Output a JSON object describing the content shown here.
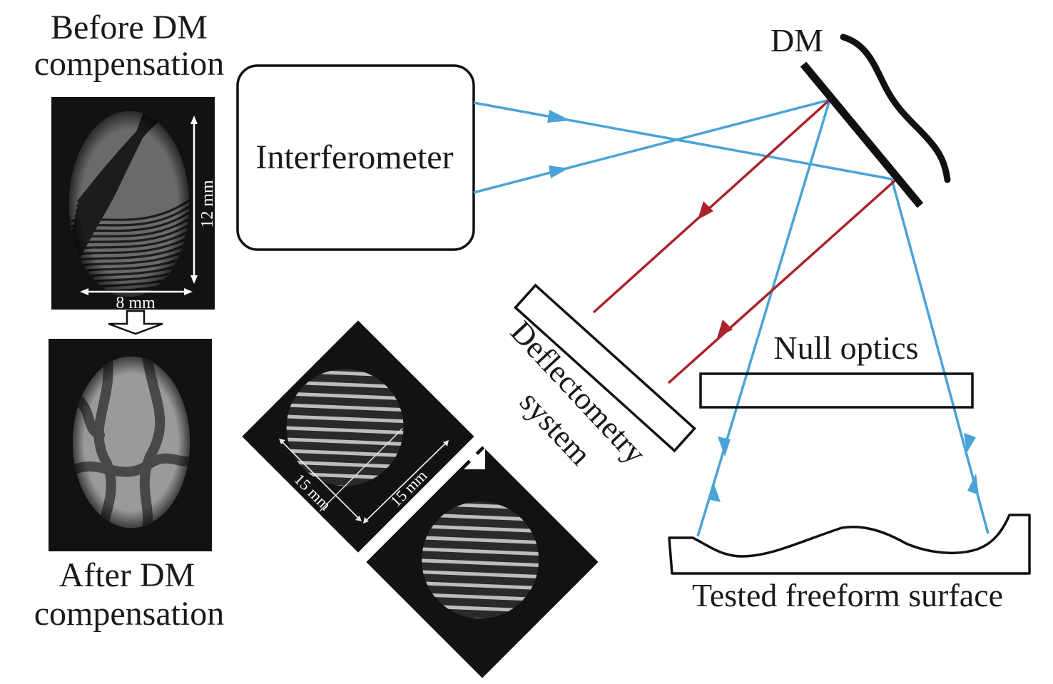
{
  "title": "Optical setup: interferometer with deformable mirror (DM) compensation and deflectometry system testing a freeform surface",
  "labels": {
    "before_line1": "Before DM",
    "before_line2": "compensation",
    "after_line1": "After DM",
    "after_line2": "compensation",
    "interferometer": "Interferometer",
    "dm": "DM",
    "deflectometry_line1": "Deflectometry",
    "deflectometry_line2": "system",
    "null_optics": "Null optics",
    "tested_surface": "Tested freeform surface"
  },
  "dimensions": {
    "before_height": "12 mm",
    "before_width": "8 mm",
    "fringe_side_a": "15 mm",
    "fringe_side_b": "15 mm"
  },
  "colors": {
    "interferometer_beam": "#4aa3d8",
    "deflectometry_beam": "#a8232b",
    "outline": "#111111",
    "image_background": "#121212"
  },
  "components": [
    {
      "id": "interferometer",
      "label_key": "interferometer"
    },
    {
      "id": "deformable-mirror",
      "label_key": "dm"
    },
    {
      "id": "deflectometry-system",
      "label_key": "deflectometry_line1"
    },
    {
      "id": "null-optics",
      "label_key": "null_optics"
    },
    {
      "id": "tested-freeform-surface",
      "label_key": "tested_surface"
    }
  ]
}
